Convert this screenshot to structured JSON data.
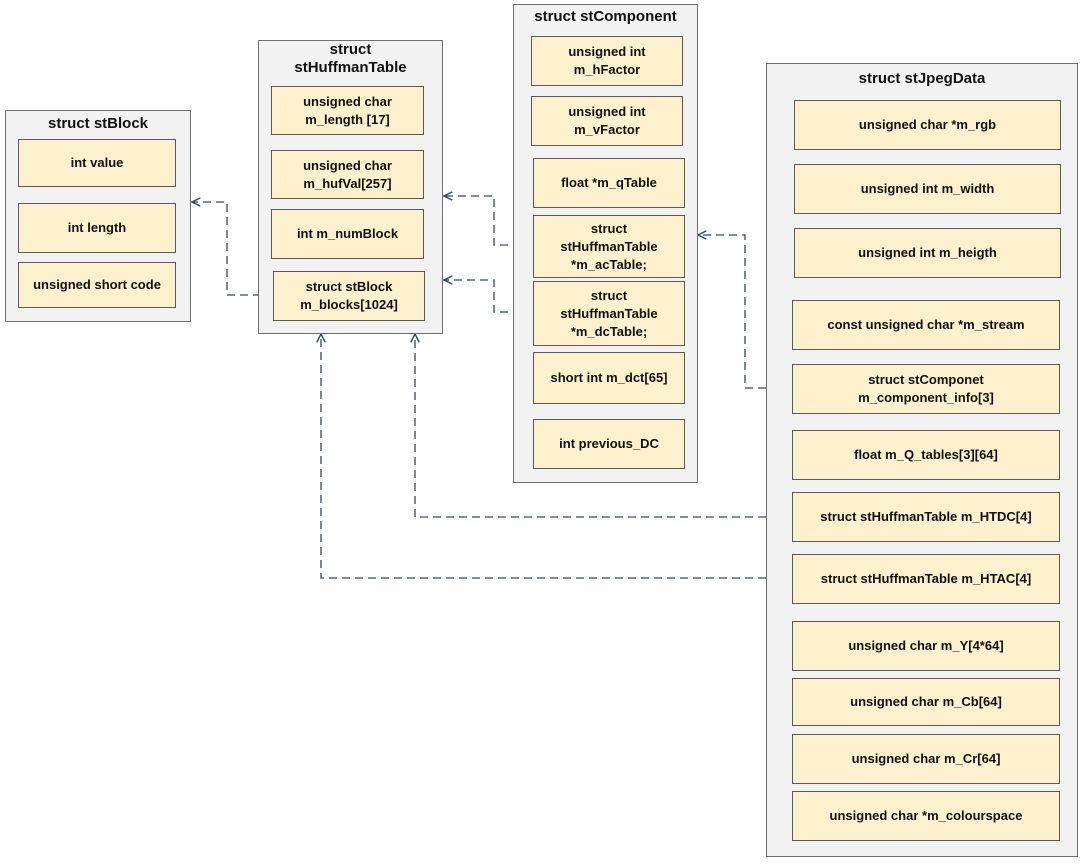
{
  "structs": {
    "stBlock": {
      "title": "struct stBlock",
      "fields": [
        "int value",
        "int length",
        "unsigned short code"
      ]
    },
    "stHuffmanTable": {
      "title": "struct\nstHuffmanTable",
      "fields": [
        "unsigned char\nm_length [17]",
        "unsigned char\nm_hufVal[257]",
        "int m_numBlock",
        "struct stBlock\nm_blocks[1024]"
      ]
    },
    "stComponent": {
      "title": "struct stComponent",
      "fields": [
        "unsigned int\nm_hFactor",
        "unsigned int\nm_vFactor",
        "float *m_qTable",
        "struct\nstHuffmanTable\n*m_acTable;",
        "struct\nstHuffmanTable\n*m_dcTable;",
        "short int m_dct[65]",
        "int previous_DC"
      ]
    },
    "stJpegData": {
      "title": "struct stJpegData",
      "fields": [
        "unsigned char *m_rgb",
        "unsigned int m_width",
        "unsigned int m_heigth",
        "const unsigned char *m_stream",
        "struct stComponet\nm_component_info[3]",
        "float m_Q_tables[3][64]",
        "struct stHuffmanTable m_HTDC[4]",
        "struct stHuffmanTable m_HTAC[4]",
        "unsigned char m_Y[4*64]",
        "unsigned char m_Cb[64]",
        "unsigned char m_Cr[64]",
        "unsigned char *m_colourspace"
      ]
    }
  },
  "colors": {
    "container_fill": "#f2f2f2",
    "field_fill": "#fdf0cc",
    "connector": "#2f4a6b"
  }
}
